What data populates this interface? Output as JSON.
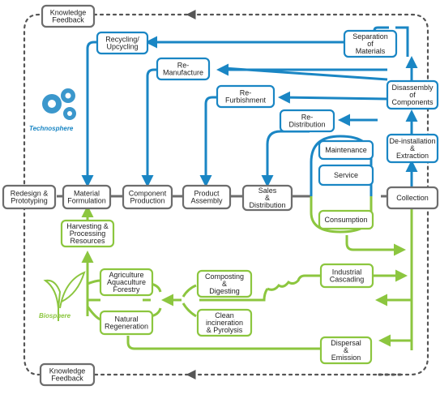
{
  "colors": {
    "techno": "#1a86c4",
    "bio": "#8cc63f",
    "neutral": "#6d6d6d",
    "dots": "#555555"
  },
  "spheres": {
    "technosphere": "Technosphere",
    "biosphere": "Biosphere",
    "technosphere_icon": "gears-icon",
    "biosphere_icon": "leaves-icon"
  },
  "nodes": {
    "knowledge_feedback_top": [
      "Knowledge",
      "Feedback"
    ],
    "knowledge_feedback_bottom": [
      "Knowledge",
      "Feedback"
    ],
    "recycling": [
      "Recycling/",
      "Upcycling"
    ],
    "remanufacture": [
      "Re-",
      "Manufacture"
    ],
    "refurbishment": [
      "Re-",
      "Furbishment"
    ],
    "redistribution": [
      "Re-",
      "Distribution"
    ],
    "separation": [
      "Separation",
      "of",
      "Materials"
    ],
    "disassembly": [
      "Disassembly",
      "of",
      "Components"
    ],
    "deinstallation": [
      "De-installation",
      "&",
      "Extraction"
    ],
    "maintenance": [
      "Maintenance"
    ],
    "service": [
      "Service"
    ],
    "consumption": [
      "Consumption"
    ],
    "redesign": [
      "Redesign &",
      "Prototyping"
    ],
    "material": [
      "Material",
      "Formulation"
    ],
    "component": [
      "Component",
      "Production"
    ],
    "product": [
      "Product",
      "Assembly"
    ],
    "sales": [
      "Sales",
      "&",
      "Distribution"
    ],
    "collection": [
      "Collection"
    ],
    "harvesting": [
      "Harvesting &",
      "Processing",
      "Resources"
    ],
    "agriculture": [
      "Agriculture",
      "Aquaculture",
      "Forestry"
    ],
    "natural": [
      "Natural",
      "Regeneration"
    ],
    "composting": [
      "Composting",
      "&",
      "Digesting"
    ],
    "clean": [
      "Clean",
      "incineration",
      "& Pyrolysis"
    ],
    "industrial": [
      "Industrial",
      "Cascading"
    ],
    "dispersal": [
      "Dispersal",
      "&",
      "Emission"
    ]
  }
}
